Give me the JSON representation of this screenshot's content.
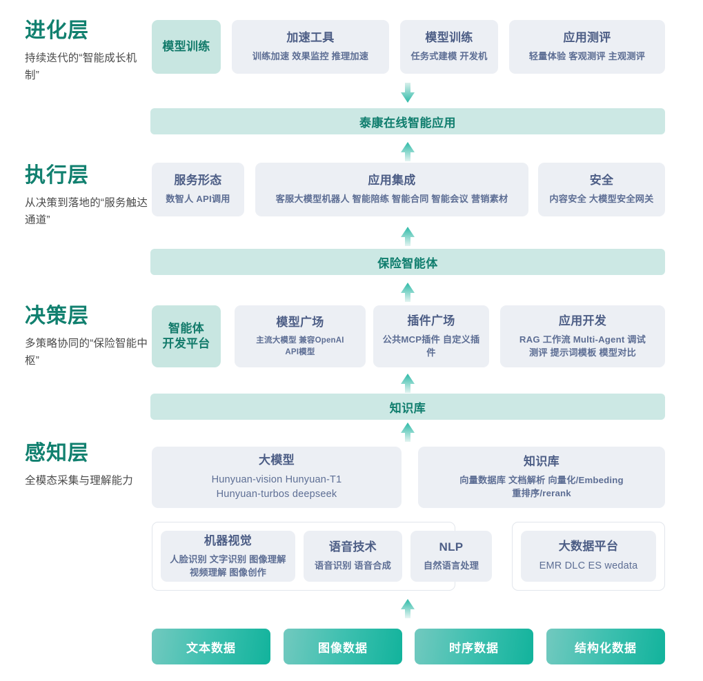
{
  "layers": [
    {
      "title": "进化层",
      "desc": "持续迭代的“智能成长机制”"
    },
    {
      "title": "执行层",
      "desc": "从决策到落地的“服务触达通道”"
    },
    {
      "title": "决策层",
      "desc": "多策略协同的“保险智能中枢”"
    },
    {
      "title": "感知层",
      "desc": "全模态采集与理解能力"
    }
  ],
  "evolution_cards": [
    {
      "title": "模型训练",
      "sub": ""
    },
    {
      "title": "加速工具",
      "sub": "训练加速 效果监控 推理加速"
    },
    {
      "title": "模型训练",
      "sub": "任务式建模 开发机"
    },
    {
      "title": "应用测评",
      "sub": "轻量体验 客观测评 主观测评"
    }
  ],
  "banner_app": "泰康在线智能应用",
  "execution_cards": [
    {
      "title": "服务形态",
      "sub": "数智人 API调用"
    },
    {
      "title": "应用集成",
      "sub": "客服大模型机器人 智能陪练 智能合同 智能会议 营销素材"
    },
    {
      "title": "安全",
      "sub": "内容安全 大模型安全网关"
    }
  ],
  "banner_agent": "保险智能体",
  "decision_cards": [
    {
      "title": "智能体\n开发平台",
      "sub": ""
    },
    {
      "title": "模型广场",
      "sub": "主流大模型     兼容OpenAI\nAPI模型"
    },
    {
      "title": "插件广场",
      "sub": "公共MCP插件 自定义插件"
    },
    {
      "title": "应用开发",
      "sub": "RAG 工作流 Multi-Agent 调试\n测评 提示词模板 模型对比"
    }
  ],
  "banner_kb": "知识库",
  "perception_cards": [
    {
      "title": "大模型",
      "sub": "Hunyuan-vision Hunyuan-T1\nHunyuan-turbos deepseek"
    },
    {
      "title": "知识库",
      "sub": "向量数据库 文档解析 向量化/Embeding\n重排序/rerank"
    }
  ],
  "capability_cards": [
    {
      "title": "机器视觉",
      "sub": "人脸识别 文字识别 图像理解\n视频理解 图像创作"
    },
    {
      "title": "语音技术",
      "sub": "语音识别 语音合成"
    },
    {
      "title": "NLP",
      "sub": "自然语言处理"
    },
    {
      "title": "大数据平台",
      "sub": "EMR DLC ES wedata"
    }
  ],
  "data_chips": [
    "文本数据",
    "图像数据",
    "时序数据",
    "结构化数据"
  ],
  "colors": {
    "layer_title": "#11806f",
    "banner_bg": "#cce8e4",
    "banner_text": "#0f7d6d",
    "card_bg": "#eceff4",
    "card_title": "#4c5d85",
    "accent_bg": "#c8e6e1",
    "chip_gradient_start": "#72c9bf",
    "chip_gradient_end": "#12b39c",
    "arrow": "#35bdab"
  }
}
